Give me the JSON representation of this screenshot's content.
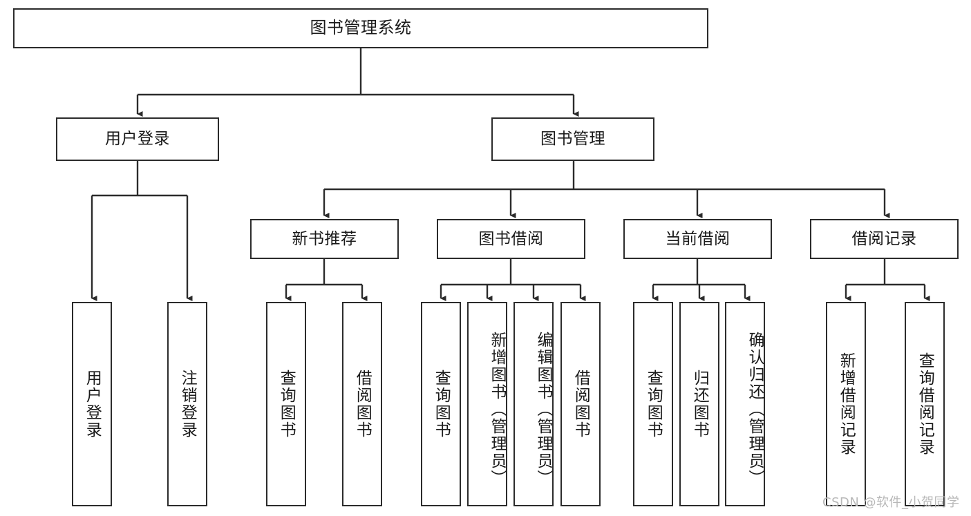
{
  "diagram": {
    "title": "图书管理系统",
    "type": "tree-hierarchy",
    "watermark": "CSDN @软件_小贺同学",
    "colors": {
      "border": "#2b2b2b",
      "fill": "#ffffff",
      "text": "#1a1a1a",
      "watermark": "#b8b8b8",
      "background": "#ffffff"
    },
    "levels": {
      "root": {
        "label": "图书管理系统"
      },
      "level2": [
        {
          "label": "用户登录"
        },
        {
          "label": "图书管理"
        }
      ],
      "level3": [
        {
          "label": "新书推荐"
        },
        {
          "label": "图书借阅"
        },
        {
          "label": "当前借阅"
        },
        {
          "label": "借阅记录"
        }
      ],
      "leaves": {
        "user_login": [
          {
            "label": "用户登录"
          },
          {
            "label": "注销登录"
          }
        ],
        "new_book_recommend": [
          {
            "label": "查询图书"
          },
          {
            "label": "借阅图书"
          }
        ],
        "book_borrow": [
          {
            "label": "查询图书"
          },
          {
            "label": "新增图书（管理员）"
          },
          {
            "label": "编辑图书（管理员）"
          },
          {
            "label": "借阅图书"
          }
        ],
        "current_borrow": [
          {
            "label": "查询图书"
          },
          {
            "label": "归还图书"
          },
          {
            "label": "确认归还（管理员）"
          }
        ],
        "borrow_record": [
          {
            "label": "新增借阅记录"
          },
          {
            "label": "查询借阅记录"
          }
        ]
      }
    }
  }
}
